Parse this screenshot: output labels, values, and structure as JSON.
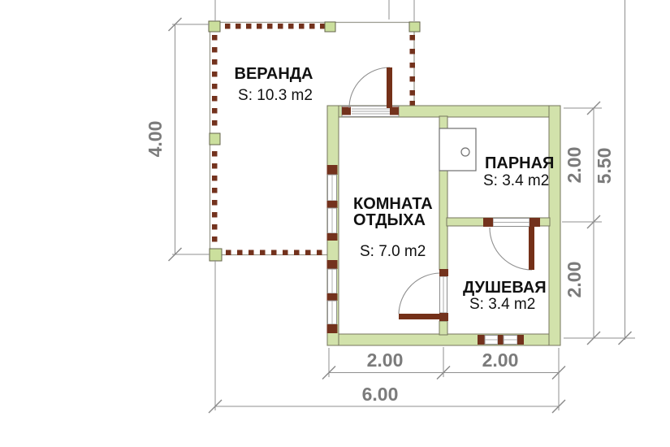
{
  "colors": {
    "wall_green": "#d2e2ab",
    "timber_brown": "#73321d",
    "dimension_gray": "#7b7b7b",
    "text_black": "#111111"
  },
  "rooms": {
    "veranda": {
      "name": "ВЕРАНДА",
      "area": "S: 10.3 m2"
    },
    "rest_room": {
      "name_line1": "КОМНАТА",
      "name_line2": "ОТДЫХА",
      "area": "S: 7.0 m2"
    },
    "steam_room": {
      "name": "ПАРНАЯ",
      "area": "S: 3.4 m2"
    },
    "shower_room": {
      "name": "ДУШЕВАЯ",
      "area": "S: 3.4 m2"
    }
  },
  "dimensions": {
    "veranda_height": "4.00",
    "right_upper": "2.00",
    "right_lower": "2.00",
    "right_total": "5.50",
    "bottom_left": "2.00",
    "bottom_right": "2.00",
    "bottom_total": "6.00"
  }
}
